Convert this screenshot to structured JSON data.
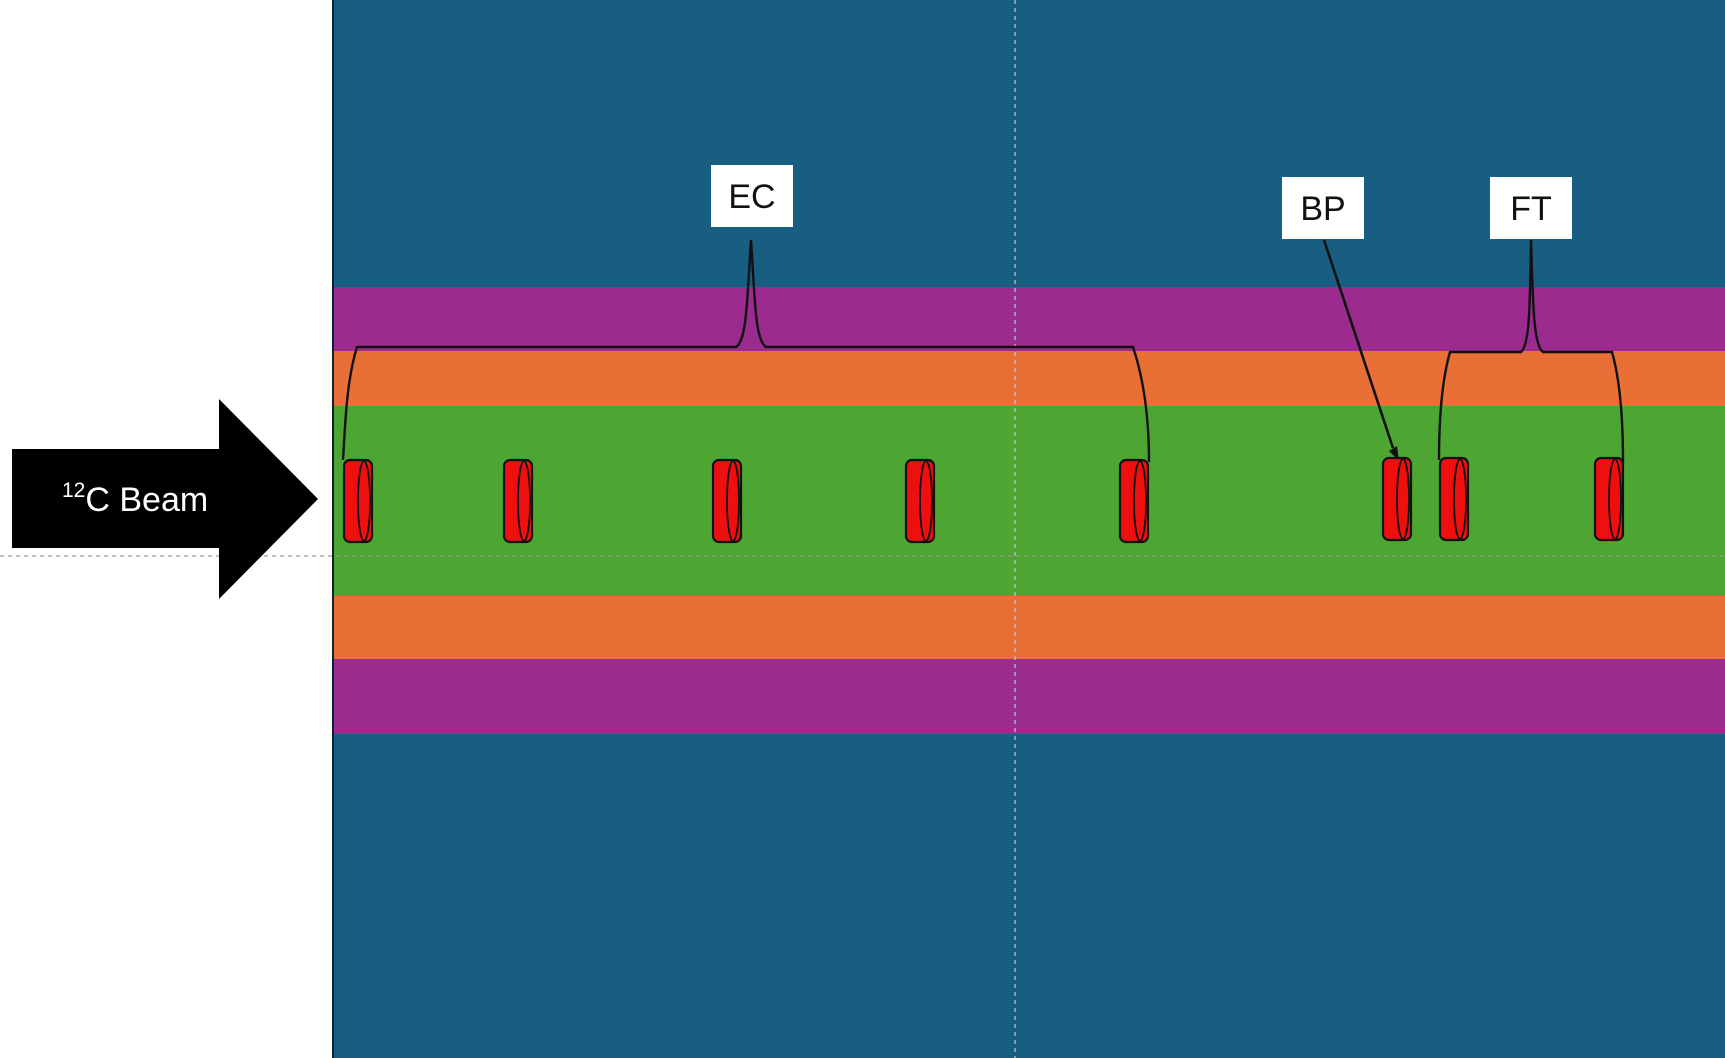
{
  "beam": {
    "superscript": "12",
    "label": "C Beam"
  },
  "labels": {
    "ec": "EC",
    "bp": "BP",
    "ft": "FT"
  },
  "colors": {
    "background": "#ffffff",
    "outer": "#175e80",
    "purple_band": "#9c2b8f",
    "orange_band": "#e87036",
    "green_band": "#4ea632",
    "disc": "#ee0f0f",
    "arrow": "#000000",
    "label_box": "#ffffff"
  },
  "discs": {
    "ec_count": 5,
    "bp_count": 1,
    "ft_count": 2
  }
}
